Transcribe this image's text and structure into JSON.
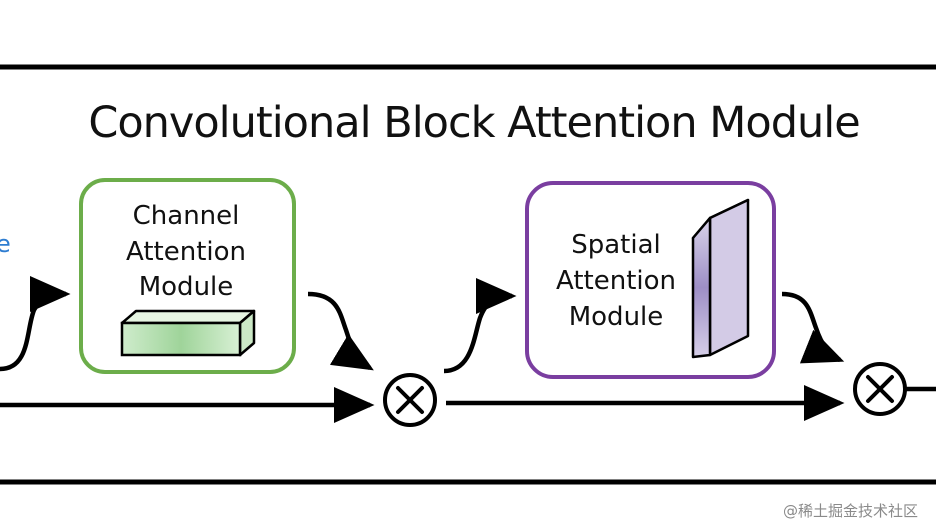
{
  "diagram": {
    "title": "Convolutional Block Attention Module",
    "partial_left_label": "e",
    "channel_module": {
      "line1": "Channel",
      "line2": "Attention",
      "line3": "Module",
      "border_color": "#6cad4a"
    },
    "spatial_module": {
      "line1": "Spatial",
      "line2": "Attention",
      "line3": "Module",
      "border_color": "#7a3ea0"
    },
    "operator_symbol": "⊗ (element-wise multiplication)",
    "colors": {
      "frame": "#000000",
      "left_label": "#2e7dd1",
      "channel_feature": "#c8e8c2",
      "spatial_feature": "#a79ac9"
    }
  },
  "watermark": "@稀土掘金技术社区"
}
